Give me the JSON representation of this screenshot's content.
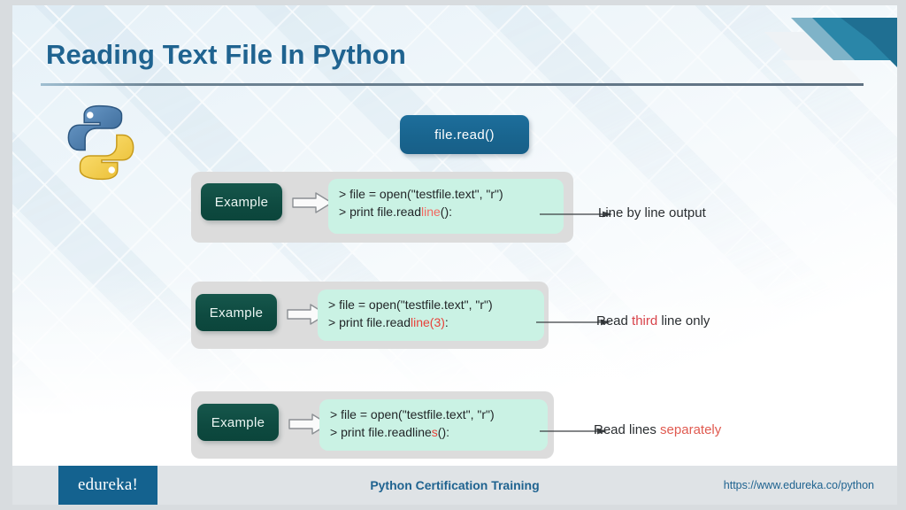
{
  "slide": {
    "title": "Reading Text File In Python",
    "python_logo_alt": "python-logo"
  },
  "badge": {
    "label": "file.read()"
  },
  "rows": [
    {
      "example_label": "Example",
      "arrow_icon": "block-arrow-right-icon",
      "code_line_1": "> file = open(\"testfile.text\", \"r\")",
      "code_line_2_prefix": "> print file.read",
      "code_line_2_highlight": "line",
      "code_line_2_suffix": "():",
      "connector_icon": "arrow-right-icon",
      "note_prefix": "Line by line output",
      "note_highlight": "",
      "note_suffix": ""
    },
    {
      "example_label": "Example",
      "arrow_icon": "block-arrow-right-icon",
      "code_line_1": "> file = open(\"testfile.text\", \"r\")",
      "code_line_2_prefix": "> print file.read",
      "code_line_2_highlight": "line(3)",
      "code_line_2_suffix": ":",
      "connector_icon": "arrow-right-icon",
      "note_prefix": "Read ",
      "note_highlight": "third",
      "note_suffix": " line only"
    },
    {
      "example_label": "Example",
      "arrow_icon": "block-arrow-right-icon",
      "code_line_1": "> file = open(\"testfile.text\", \"r\")",
      "code_line_2_prefix": "> print file.readline",
      "code_line_2_highlight": "s",
      "code_line_2_suffix": "():",
      "connector_icon": "arrow-right-icon",
      "note_prefix": "Read lines ",
      "note_highlight": "separately",
      "note_suffix": ""
    }
  ],
  "footer": {
    "logo": "edureka!",
    "center": "Python Certification Training",
    "url": "https://www.edureka.co/python"
  },
  "colors": {
    "title": "#1f6390",
    "badge_blue": "#19658f",
    "example_green": "#0e4a40",
    "code_bg": "#caf2e4",
    "row_bg": "#dcdcdc",
    "accent_red": "#e8413a",
    "footer_bg": "#dfe3e6"
  }
}
